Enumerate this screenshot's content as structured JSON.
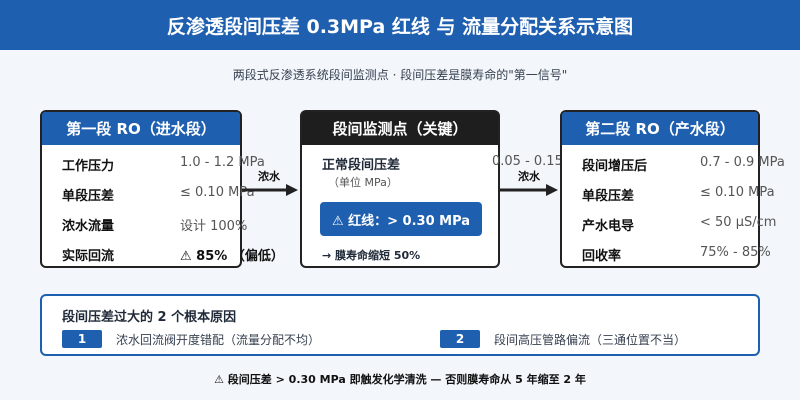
{
  "title": "反渗透段间压差 0.3MPa 红线 与 流量分配关系示意图",
  "subtitle": "两段式反渗透系统段间监测点 · 段间压差是膜寿命的\"第一信号\"",
  "stage1": {
    "title": "第一段 RO（进水段）",
    "rows": [
      {
        "label": "工作压力",
        "value": "1.0 - 1.2 MPa"
      },
      {
        "label": "单段压差",
        "value": "≤ 0.10 MPa"
      },
      {
        "label": "浓水流量",
        "value": "设计 100%"
      },
      {
        "label": "实际回流",
        "value": "⚠ 85% （偏低）"
      }
    ]
  },
  "arrow1_label": "浓水",
  "monitor": {
    "title": "段间监测点（关键）",
    "normal_label": "正常段间压差",
    "normal_unit": "（单位 MPa）",
    "normal_value": "0.05 - 0.15",
    "alert": "⚠ 红线：> 0.30 MPa",
    "note": "→ 膜寿命缩短 50%"
  },
  "arrow2_label": "浓水",
  "stage2": {
    "title": "第二段 RO（产水段）",
    "rows": [
      {
        "label": "段间增压后",
        "value": "0.7 - 0.9 MPa"
      },
      {
        "label": "单段压差",
        "value": "≤ 0.10 MPa"
      },
      {
        "label": "产水电导",
        "value": "< 50 μS/cm"
      },
      {
        "label": "回收率",
        "value": "75% - 85%"
      }
    ]
  },
  "causes": {
    "title": "段间压差过大的 2 个根本原因",
    "items": [
      {
        "num": "1",
        "text": "浓水回流阀开度错配（流量分配不均）"
      },
      {
        "num": "2",
        "text": "段间高压管路偏流（三通位置不当）"
      }
    ]
  },
  "footer": "⚠ 段间压差 > 0.30 MPa 即触发化学清洗 — 否则膜寿命从 5 年缩至 2 年",
  "colors": {
    "primary": "#1f5fb0",
    "dark": "#1e1e1e",
    "background": "#f3f6fa"
  }
}
